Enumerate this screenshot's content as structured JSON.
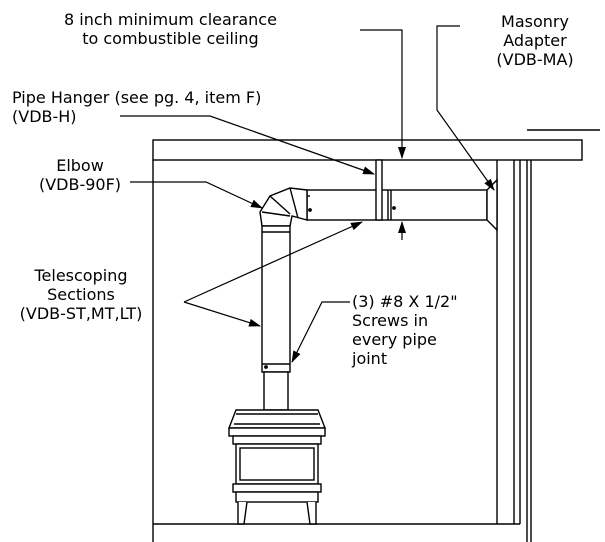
{
  "labels": {
    "clearance": [
      "8 inch minimum clearance",
      "to combustible ceiling"
    ],
    "masonry_adapter": [
      "Masonry",
      "Adapter",
      "(VDB-MA)"
    ],
    "pipe_hanger": [
      "Pipe Hanger (see pg. 4, item F)",
      "(VDB-H)"
    ],
    "elbow": [
      "Elbow",
      "(VDB-90F)"
    ],
    "telescoping": [
      "Telescoping",
      "Sections",
      "(VDB-ST,MT,LT)"
    ],
    "screws": [
      "(3) #8 X 1/2\"",
      "Screws in",
      "every pipe",
      "joint"
    ]
  }
}
